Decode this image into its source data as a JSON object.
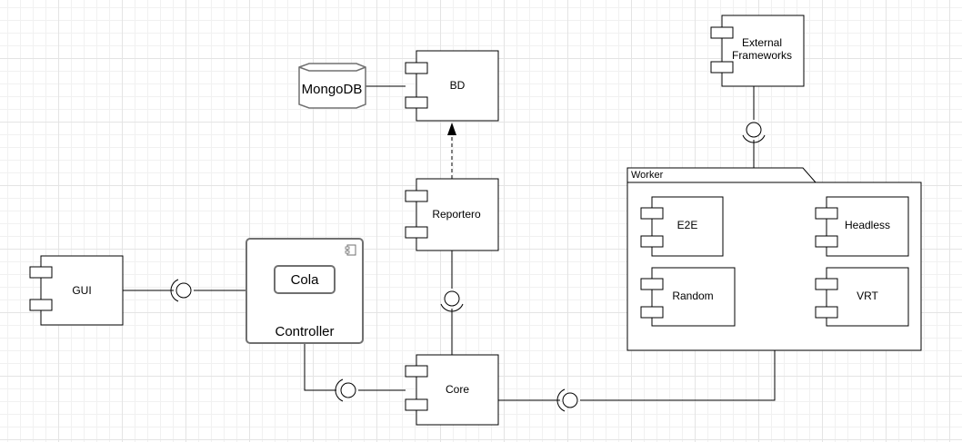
{
  "components": {
    "gui": "GUI",
    "controller": "Controller",
    "cola": "Cola",
    "core": "Core",
    "reportero": "Reportero",
    "bd": "BD",
    "mongodb": "MongoDB",
    "external_line1": "External",
    "external_line2": "Frameworks"
  },
  "worker": {
    "title": "Worker",
    "items": [
      "E2E",
      "Headless",
      "Random",
      "VRT"
    ]
  },
  "colors": {
    "stroke": "#000000",
    "fill": "#ffffff",
    "controller_stroke": "#707070",
    "grid": "#e4e4e4"
  }
}
